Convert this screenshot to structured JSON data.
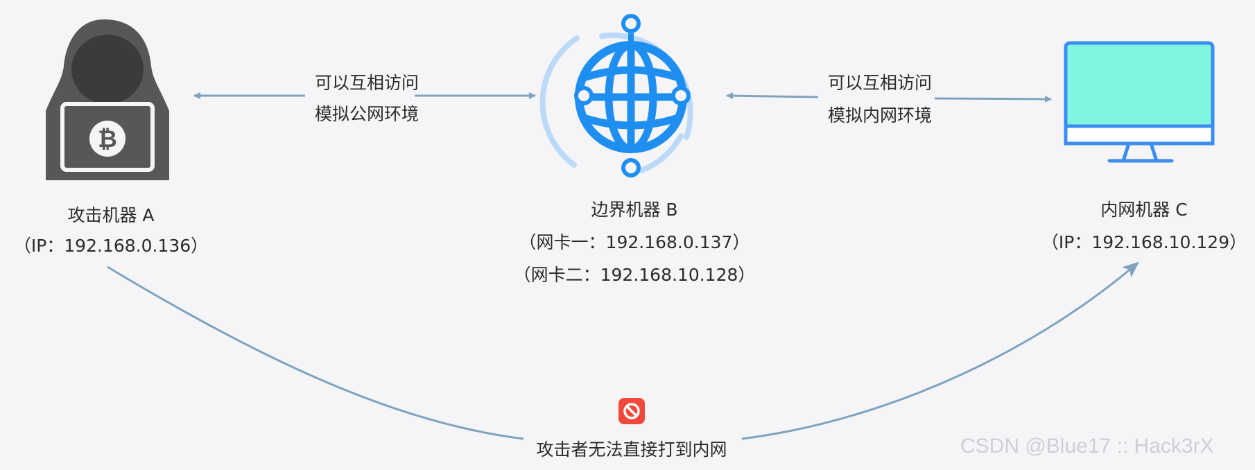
{
  "nodes": {
    "attacker": {
      "name": "攻击机器 A",
      "ip": "（IP：192.168.0.136）"
    },
    "border": {
      "name": "边界机器 B",
      "nic1": "（网卡一：192.168.0.137）",
      "nic2": "（网卡二：192.168.10.128）"
    },
    "internal": {
      "name": "内网机器 C",
      "ip": "（IP：192.168.10.129）"
    }
  },
  "edges": {
    "ab": {
      "line1": "可以互相访问",
      "line2": "模拟公网环境"
    },
    "bc": {
      "line1": "可以互相访问",
      "line2": "模拟内网环境"
    },
    "ac": {
      "label": "攻击者无法直接打到内网"
    }
  },
  "watermark": "CSDN @Blue17 :: Hack3rX",
  "icons": {
    "attacker": "hooded-hacker-laptop-bitcoin-icon",
    "border": "globe-network-icon",
    "internal": "monitor-icon",
    "blocked": "no-entry-icon"
  },
  "colors": {
    "arrow": "#7fa3bf",
    "globe": "#1e8ff0",
    "monitor_screen": "#80f5e0",
    "monitor_frame": "#3b8df0",
    "hacker": "#555555",
    "blocked": "#f0493b"
  }
}
